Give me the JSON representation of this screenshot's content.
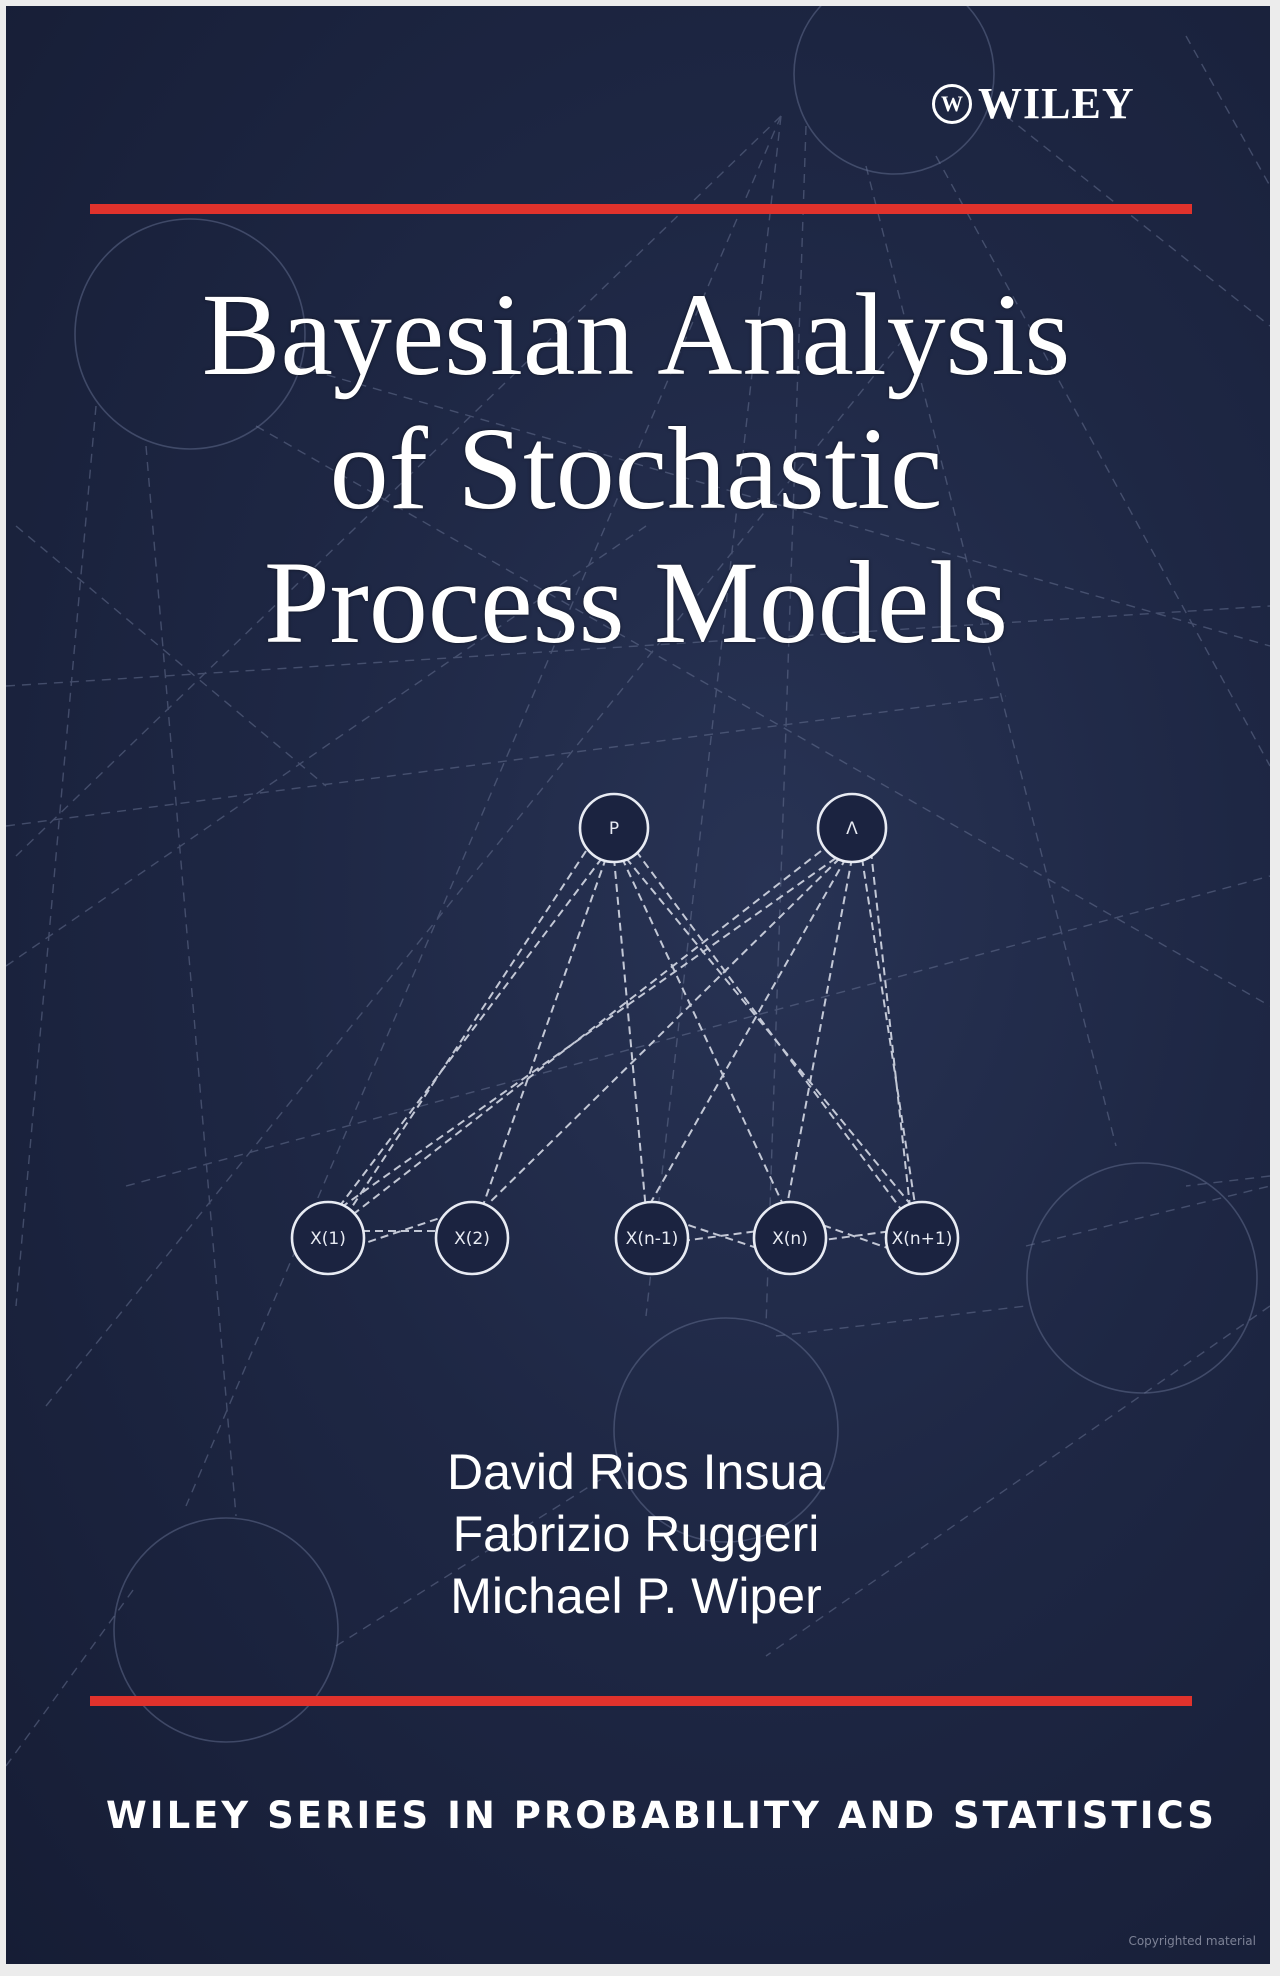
{
  "publisher": {
    "mark": "W",
    "name": "WILEY"
  },
  "title": {
    "line1": "Bayesian Analysis",
    "line2": "of Stochastic",
    "line3": "Process Models"
  },
  "diagram": {
    "nodes": [
      "P",
      "Λ",
      "X(1)",
      "X(2)",
      "X(n-1)",
      "X(n)",
      "X(n+1)"
    ]
  },
  "authors": [
    "David Rios Insua",
    "Fabrizio Ruggeri",
    "Michael P. Wiper"
  ],
  "series": "WILEY SERIES IN PROBABILITY AND STATISTICS",
  "watermark": "Copyrighted material",
  "colors": {
    "background": "#1e2744",
    "accent_rule": "#e0322c",
    "text": "#ffffff"
  }
}
